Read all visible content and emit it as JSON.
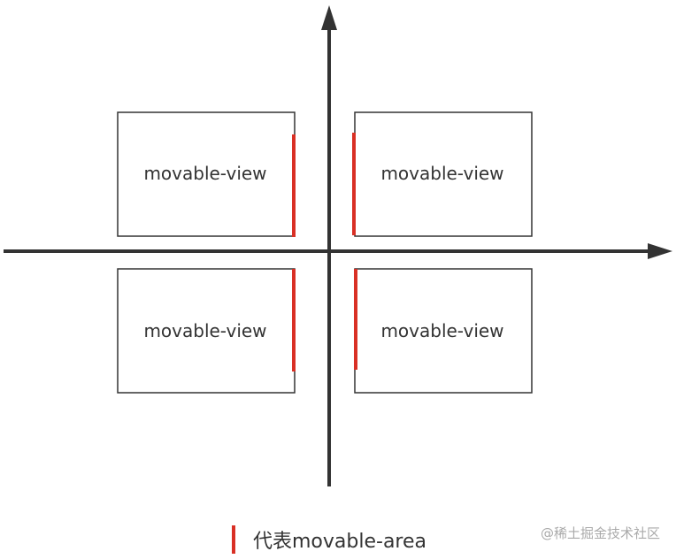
{
  "diagram": {
    "box_label": "movable-view",
    "boxes": [
      {
        "label": "movable-view"
      },
      {
        "label": "movable-view"
      },
      {
        "label": "movable-view"
      },
      {
        "label": "movable-view"
      }
    ],
    "accent_color": "#d93025",
    "line_color": "#333333"
  },
  "legend": {
    "text": "代表movable-area"
  },
  "watermark": {
    "text": "@稀土掘金技术社区"
  }
}
